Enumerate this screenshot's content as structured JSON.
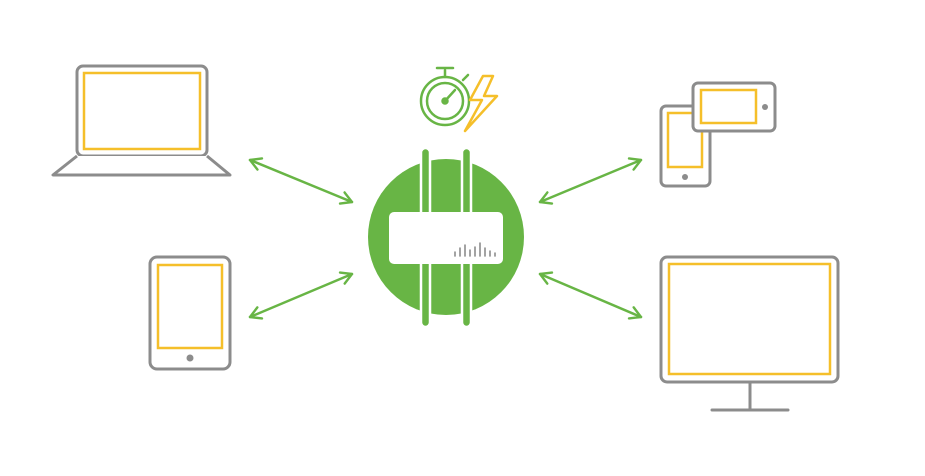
{
  "colors": {
    "device_outline": "#8c8c8c",
    "screen": "#f5bf2a",
    "hub": "#68b545",
    "arrow": "#68b545",
    "bolt": "#f5bf2a",
    "white": "#ffffff"
  },
  "icons": {
    "hub": "wireless-access-point-icon",
    "speed": "stopwatch-icon",
    "power": "lightning-bolt-icon",
    "laptop": "laptop-icon",
    "tablet": "tablet-icon",
    "phones": "smartphones-icon",
    "monitor": "desktop-monitor-icon"
  },
  "connections": [
    "laptop",
    "tablet",
    "phones",
    "monitor"
  ]
}
